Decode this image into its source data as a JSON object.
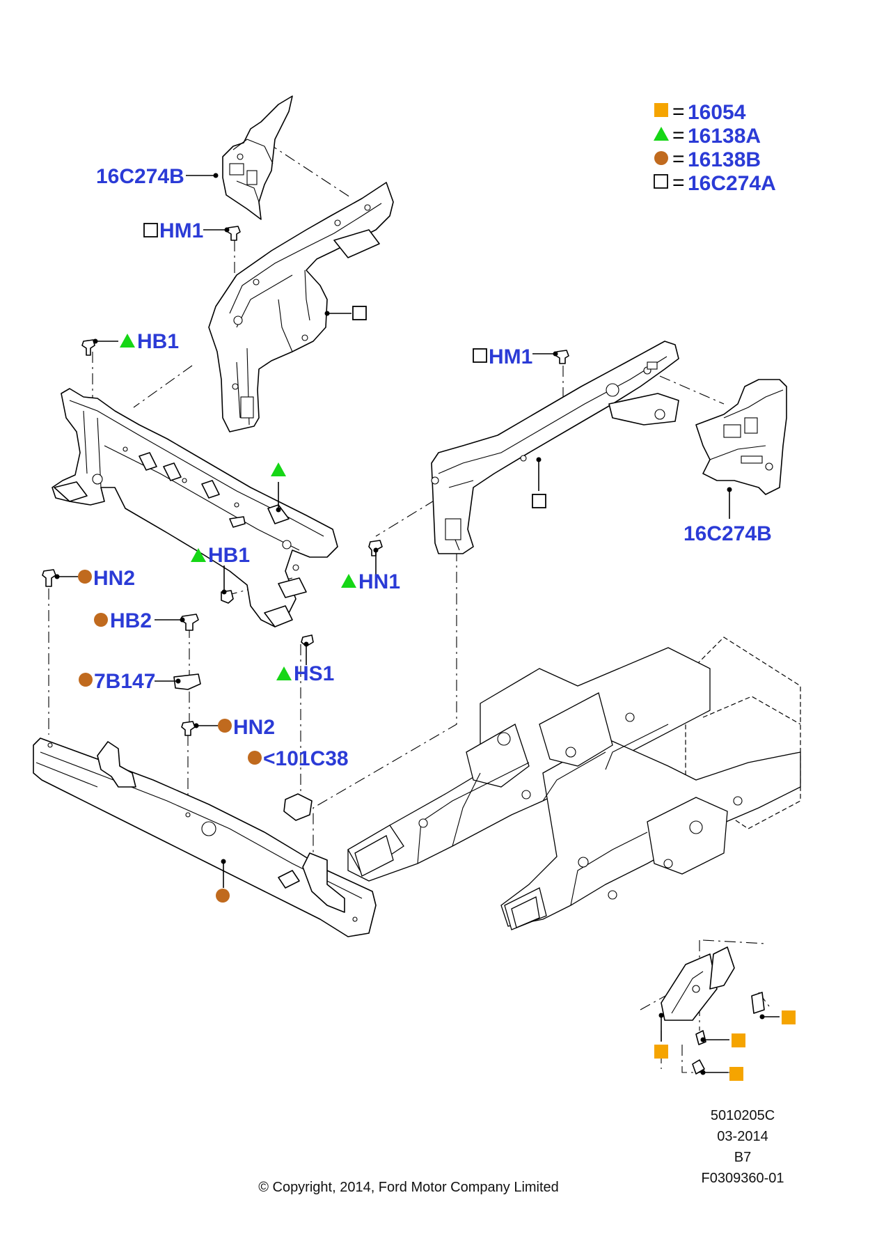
{
  "legend": [
    {
      "symbol": "square-orange",
      "eq": "=",
      "code": "16054",
      "color": "#f5a400"
    },
    {
      "symbol": "triangle-green",
      "eq": "=",
      "code": "16138A",
      "color": "#16d616"
    },
    {
      "symbol": "circle-brown",
      "eq": "=",
      "code": "16138B",
      "color": "#c06a1e"
    },
    {
      "symbol": "square-outline",
      "eq": "=",
      "code": "16C274A",
      "color": "#000000"
    }
  ],
  "callouts": {
    "bracket_left": "16C274B",
    "hm1_left": "HM1",
    "hb1_top": "HB1",
    "hm1_right": "HM1",
    "bracket_right": "16C274B",
    "hb1_mid": "HB1",
    "hn2_top": "HN2",
    "hn1": "HN1",
    "hb2": "HB2",
    "hs1": "HS1",
    "b7147": "7B147",
    "hn2_mid": "HN2",
    "c101c38": "<101C38"
  },
  "footer": {
    "ref1": "5010205C",
    "ref2": "03-2014",
    "ref3": "B7",
    "ref4": "F0309360-01",
    "copyright": "© Copyright, 2014, Ford Motor Company Limited"
  },
  "colors": {
    "label_blue": "#2b3bd6",
    "orange": "#f5a400",
    "green": "#16d616",
    "brown": "#c06a1e"
  }
}
